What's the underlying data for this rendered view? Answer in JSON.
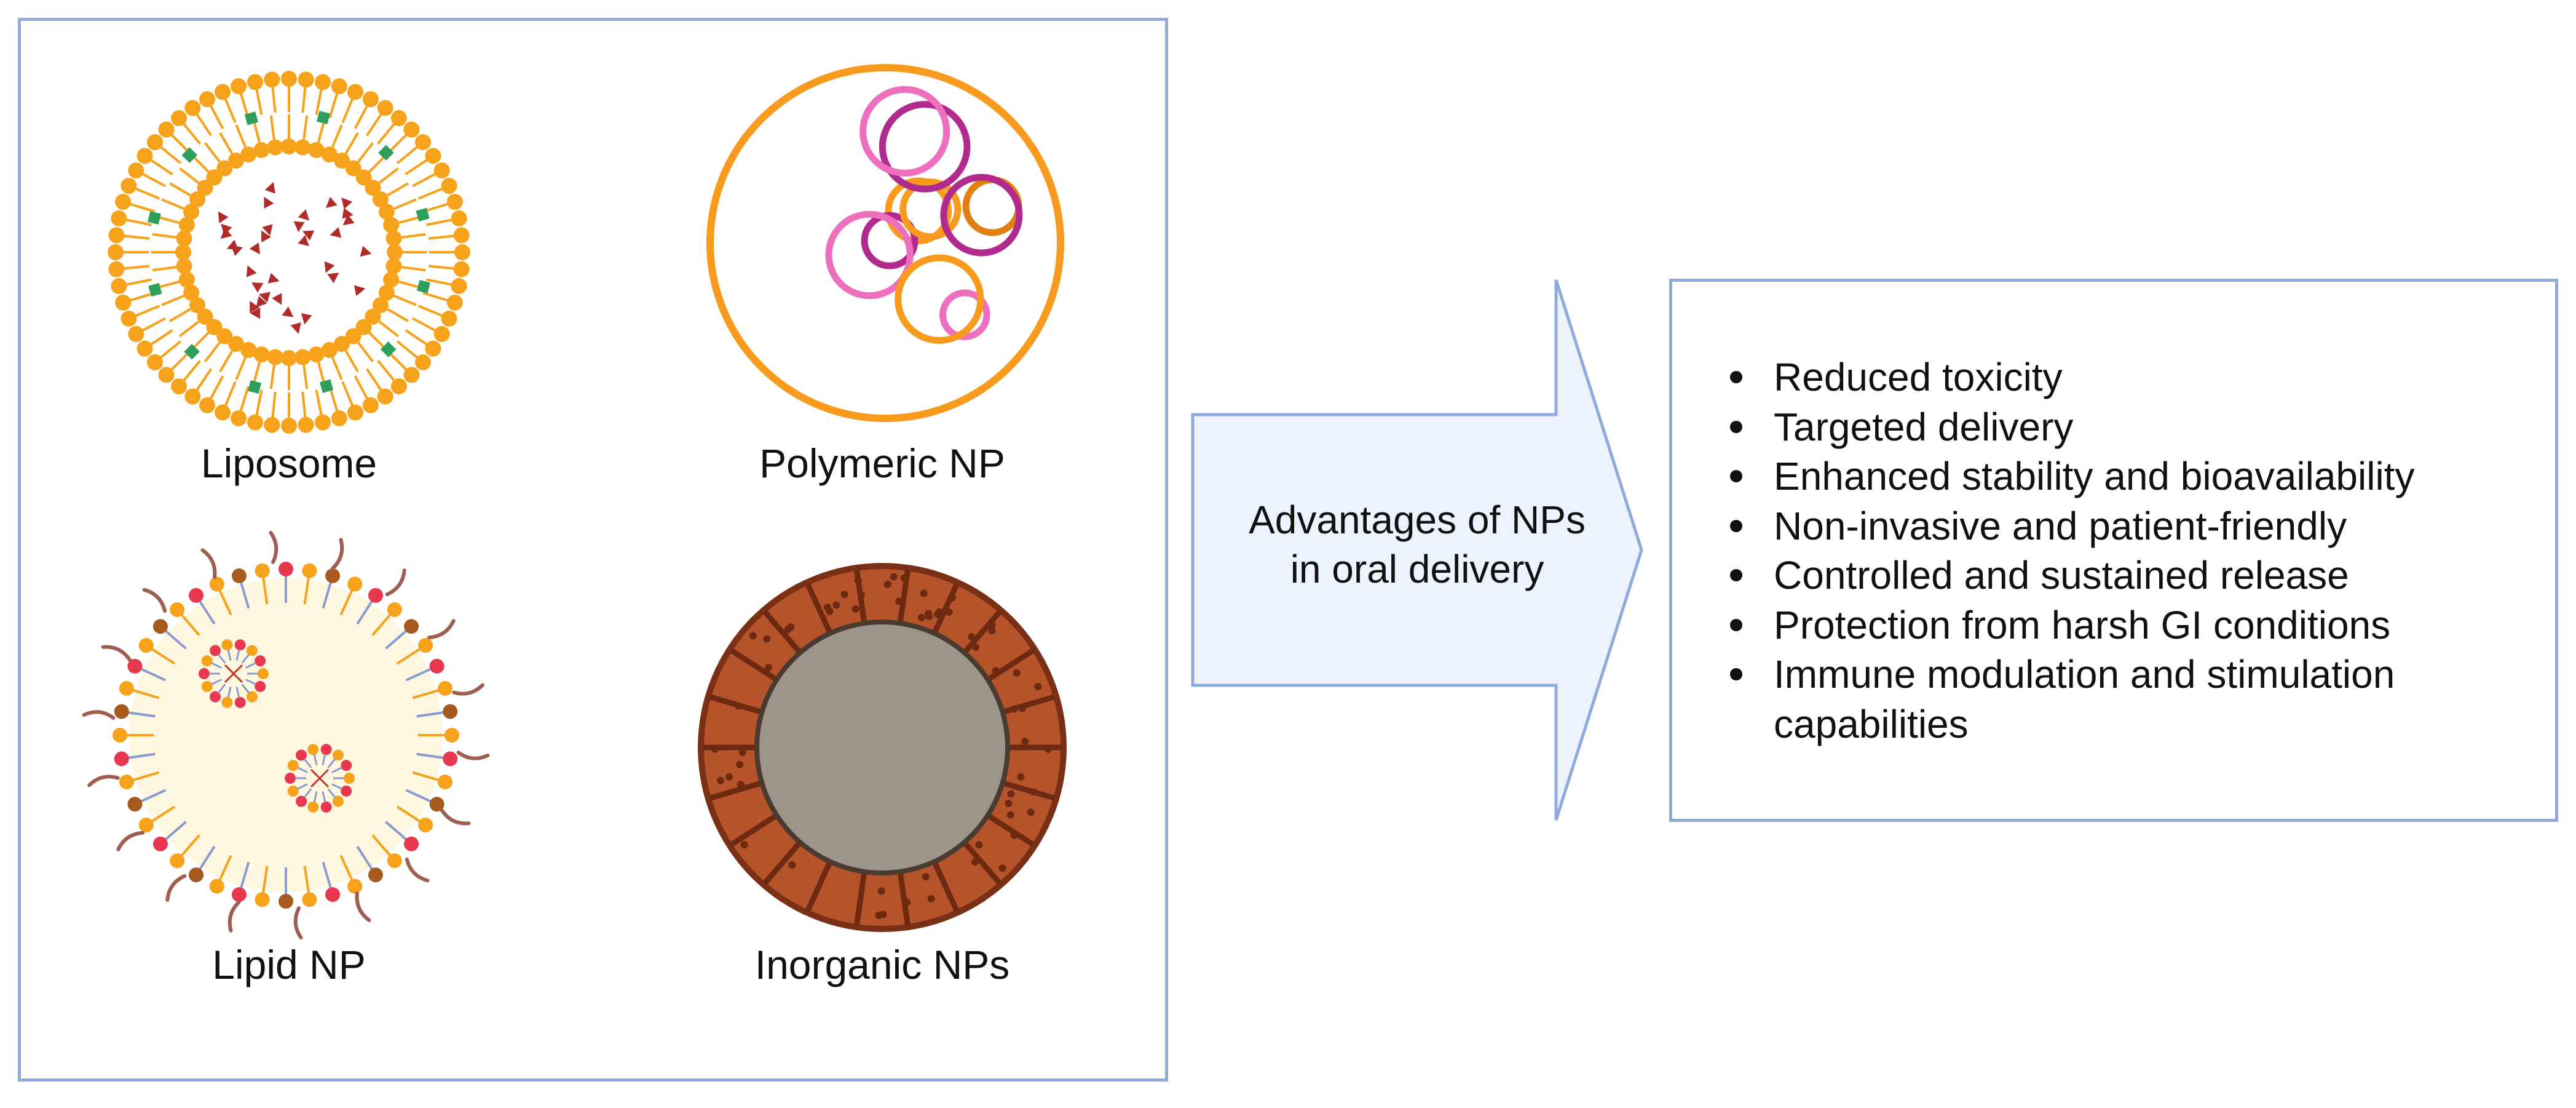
{
  "nanoparticles": [
    {
      "id": "liposome",
      "label": "Liposome"
    },
    {
      "id": "polymeric",
      "label": "Polymeric NP"
    },
    {
      "id": "lipid",
      "label": "Lipid NP"
    },
    {
      "id": "inorganic",
      "label": "Inorganic NPs"
    }
  ],
  "arrow": {
    "lines": [
      "Advantages of NPs",
      "in oral delivery"
    ]
  },
  "advantages": [
    "Reduced toxicity",
    "Targeted delivery",
    "Enhanced stability and bioavailability",
    "Non-invasive and patient-friendly",
    "Controlled and sustained release",
    "Protection from harsh GI conditions",
    "Immune modulation and stimulation capabilities"
  ],
  "colors": {
    "panel_border": "#8faadc",
    "arrow_fill": "#ecf3fc",
    "liposome_orange": "#f7a21b",
    "liposome_core_dots": "#b22b2b",
    "liposome_green": "#2e9e5b",
    "polymer_orange": "#f79a1e",
    "polymer_pink": "#ee6fbd",
    "polymer_magenta": "#b12a8e",
    "lipid_core": "#fdf7e0",
    "lipid_head_red": "#e8384f",
    "lipid_head_brown": "#a65a1e",
    "inorganic_shell": "#b5532a",
    "inorganic_core": "#9b958c"
  }
}
